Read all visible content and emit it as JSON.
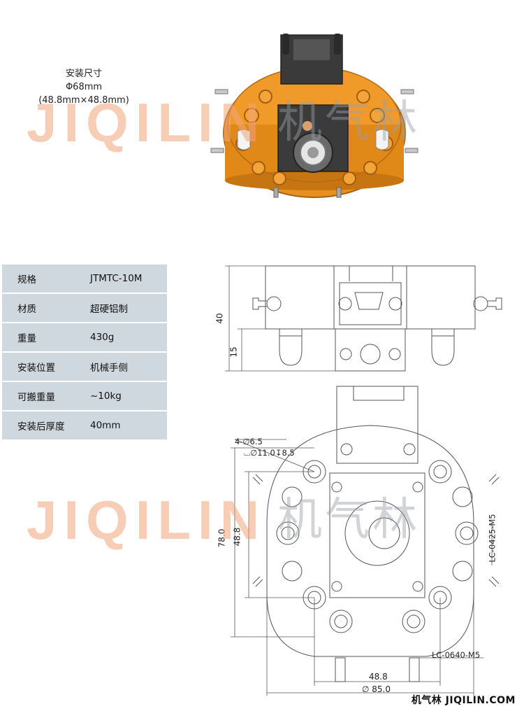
{
  "mounting": {
    "title": "安装尺寸",
    "diameter": "Φ68mm",
    "size": "(48.8mm×48.8mm)"
  },
  "watermark": {
    "latin": "JIQILIN",
    "cjk": "机气林"
  },
  "specs": [
    {
      "key": "规格",
      "value": "JTMTC-10M"
    },
    {
      "key": "材质",
      "value": "超硬铝制"
    },
    {
      "key": "重量",
      "value": "430g"
    },
    {
      "key": "安装位置",
      "value": "机械手侧"
    },
    {
      "key": "可搬重量",
      "value": "~10kg"
    },
    {
      "key": "安装后厚度",
      "value": "40mm"
    }
  ],
  "side_view": {
    "dim_total": "40",
    "dim_lower": "15"
  },
  "top_view": {
    "hole_note_1": "4-∅6.5",
    "hole_note_2": "⌴∅11.0↧8.5",
    "dim_height": "78.0",
    "dim_inner": "48.8",
    "dim_width_inner": "48.8",
    "dim_diameter": "∅ 85.0",
    "fitting_right": "LC-0425-M5",
    "fitting_bottom": "LC-0640-M5"
  },
  "footer": {
    "brand": "机气林 JIQILIN.COM"
  },
  "colors": {
    "housing_orange": "#e8901f",
    "housing_dark": "#b96a10",
    "module_black": "#333333",
    "table_bg": "#cfd8de",
    "watermark_orange": "#f2a57a"
  }
}
